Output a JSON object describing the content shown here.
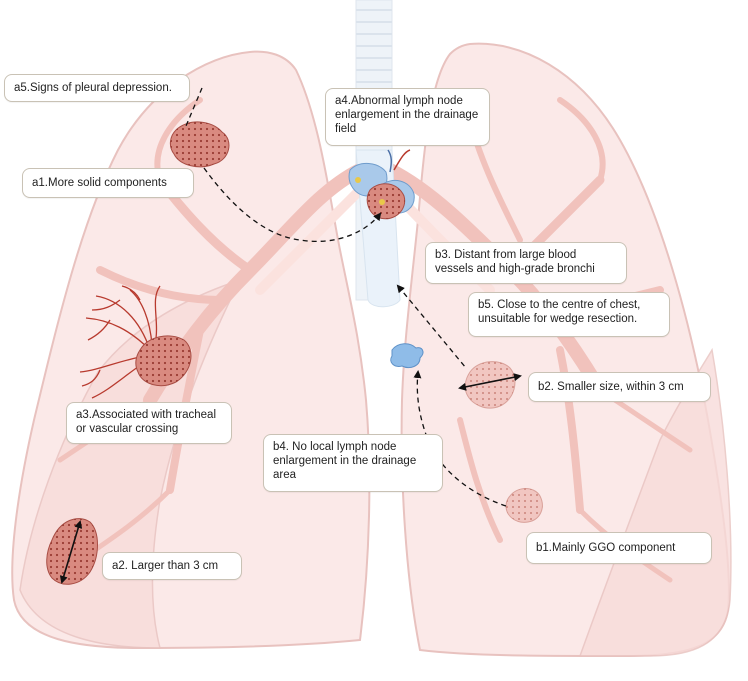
{
  "colors": {
    "lung_fill": "#fbe7e6",
    "lung_outline": "#e8c2bf",
    "vessel": "#efb6b0",
    "trachea": "#e9f1f8",
    "nodule": "#d98a80",
    "nodule_dot": "#9a3b33",
    "ggo": "#ebb7b0",
    "capillary": "#b83a2e",
    "lymph_node": "#9cc3e9",
    "label_border": "#c9c2b5"
  },
  "labels": {
    "a5": "a5.Signs of pleural depression.",
    "a4": "a4.Abnormal lymph node\nenlargement in the drainage\nfield",
    "a1": "a1.More solid components",
    "b3": "b3. Distant from large blood\nvessels and high-grade bronchi",
    "b5": "b5. Close to the centre of chest,\nunsuitable for wedge resection.",
    "b2": "b2. Smaller size, within 3 cm",
    "a3": "a3.Associated with tracheal\nor vascular crossing",
    "b4": "b4. No local lymph node\nenlargement in the drainage\narea",
    "b1": "b1.Mainly GGO component",
    "a2": "a2. Larger than 3 cm"
  }
}
